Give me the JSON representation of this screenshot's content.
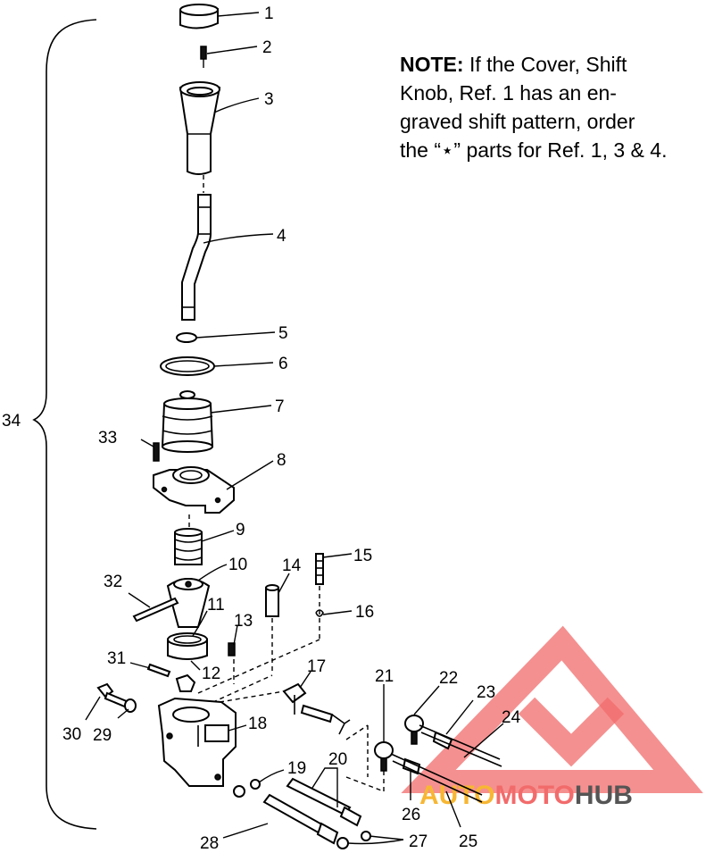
{
  "note": {
    "bold": "NOTE:",
    "lines": [
      " If the Cover, Shift",
      "Knob, Ref. 1 has an en-",
      "graved shift pattern, order",
      "the “⋆” parts for Ref. 1, 3 & 4."
    ]
  },
  "callouts": [
    "1",
    "2",
    "3",
    "4",
    "5",
    "6",
    "7",
    "8",
    "9",
    "10",
    "11",
    "12",
    "13",
    "14",
    "15",
    "16",
    "17",
    "18",
    "19",
    "20",
    "21",
    "22",
    "23",
    "24",
    "25",
    "26",
    "27",
    "28",
    "29",
    "30",
    "31",
    "32",
    "33",
    "34"
  ],
  "watermark": {
    "part1": "AUTO",
    "part2": "MOTO",
    "part3": "HUB",
    "colors": {
      "auto": "#f7b733",
      "moto": "#f26b6b",
      "hub": "#555555"
    }
  }
}
